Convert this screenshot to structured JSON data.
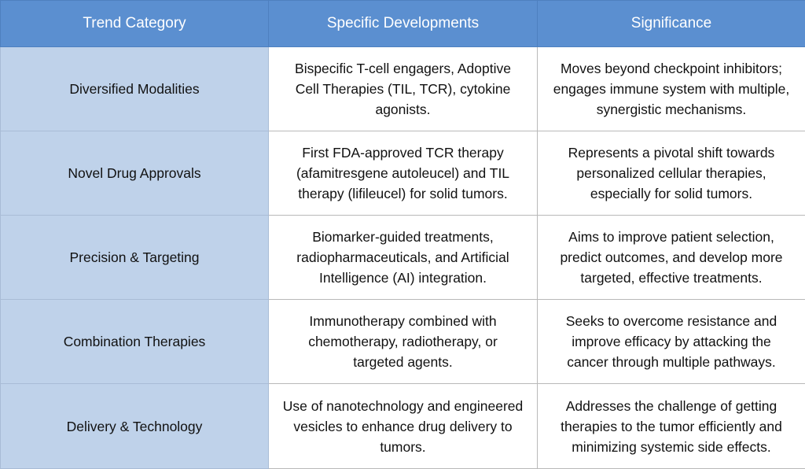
{
  "table": {
    "headers": [
      "Trend Category",
      "Specific Developments",
      "Significance"
    ],
    "rows": [
      {
        "category": "Diversified Modalities",
        "developments": "Bispecific T-cell engagers, Adoptive Cell Therapies (TIL, TCR), cytokine agonists.",
        "significance": "Moves beyond checkpoint inhibitors; engages immune system with multiple, synergistic mechanisms."
      },
      {
        "category": "Novel Drug Approvals",
        "developments": "First FDA-approved TCR therapy (afamitresgene autoleucel) and TIL therapy (lifileucel) for solid tumors.",
        "significance": "Represents a pivotal shift towards personalized cellular therapies, especially for solid tumors."
      },
      {
        "category": "Precision & Targeting",
        "developments": "Biomarker-guided treatments, radiopharmaceuticals, and Artificial Intelligence (AI) integration.",
        "significance": "Aims to improve patient selection, predict outcomes, and develop more targeted, effective treatments."
      },
      {
        "category": "Combination Therapies",
        "developments": "Immunotherapy combined with chemotherapy, radiotherapy, or targeted agents.",
        "significance": "Seeks to overcome resistance and improve efficacy by attacking the cancer through multiple pathways."
      },
      {
        "category": "Delivery & Technology",
        "developments": "Use of nanotechnology and engineered vesicles to enhance drug delivery to tumors.",
        "significance": "Addresses the challenge of getting therapies to the tumor efficiently and minimizing systemic side effects."
      }
    ]
  },
  "colors": {
    "header_bg": "#5b8fd0",
    "category_bg": "#bfd2ea",
    "cell_bg": "#ffffff"
  }
}
